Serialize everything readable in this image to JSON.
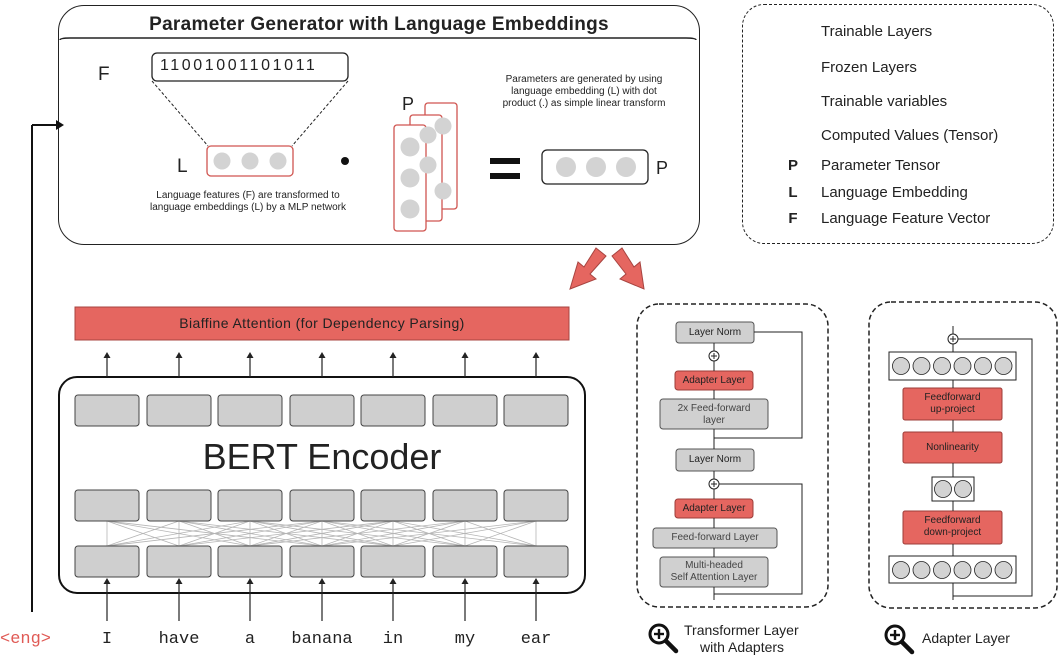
{
  "param_gen": {
    "title": "Parameter Generator with Language Embeddings",
    "f_label": "F",
    "bits": "11001001101011",
    "l_label": "L",
    "p_label_stack": "P",
    "p_label_out": "P",
    "dot": "•",
    "equals": "=",
    "caption_left": "Language features (F) are transformed to language embeddings (L) by a MLP network",
    "caption_right": "Parameters are generated by using language embedding (L) with dot product (.) as simple linear transform"
  },
  "legend": {
    "items": [
      {
        "kind": "swatch-red",
        "label": "Trainable Layers"
      },
      {
        "kind": "swatch-gray",
        "label": "Frozen Layers"
      },
      {
        "kind": "var-red",
        "label": "Trainable variables"
      },
      {
        "kind": "var-black",
        "label": "Computed Values (Tensor)"
      },
      {
        "kind": "letter",
        "letter": "P",
        "label": "Parameter Tensor"
      },
      {
        "kind": "letter",
        "letter": "L",
        "label": "Language Embedding"
      },
      {
        "kind": "letter",
        "letter": "F",
        "label": "Language Feature Vector"
      }
    ]
  },
  "main": {
    "biaffine": "Biaffine Attention (for Dependency Parsing)",
    "bert": "BERT Encoder",
    "lang_token": "<eng>",
    "tokens": [
      "I",
      "have",
      "a",
      "banana",
      "in",
      "my",
      "ear"
    ]
  },
  "transformer": {
    "boxes": {
      "layer_norm_top": "Layer Norm",
      "adapter_top": "Adapter Layer",
      "ff2x_line1": "2x Feed-forward",
      "ff2x_line2": "layer",
      "layer_norm_mid": "Layer Norm",
      "adapter_bottom": "Adapter Layer",
      "ff": "Feed-forward Layer",
      "mh_line1": "Multi-headed",
      "mh_line2": "Self Attention Layer"
    },
    "caption_line1": "Transformer Layer",
    "caption_line2": "with Adapters"
  },
  "adapter": {
    "up_line1": "Feedforward",
    "up_line2": "up-project",
    "nonlin": "Nonlinearity",
    "down_line1": "Feedforward",
    "down_line2": "down-project",
    "caption": "Adapter Layer"
  },
  "colors": {
    "accent_red": "#e56660",
    "frozen_gray": "#cfcfcf",
    "token_red": "#e05a55"
  }
}
